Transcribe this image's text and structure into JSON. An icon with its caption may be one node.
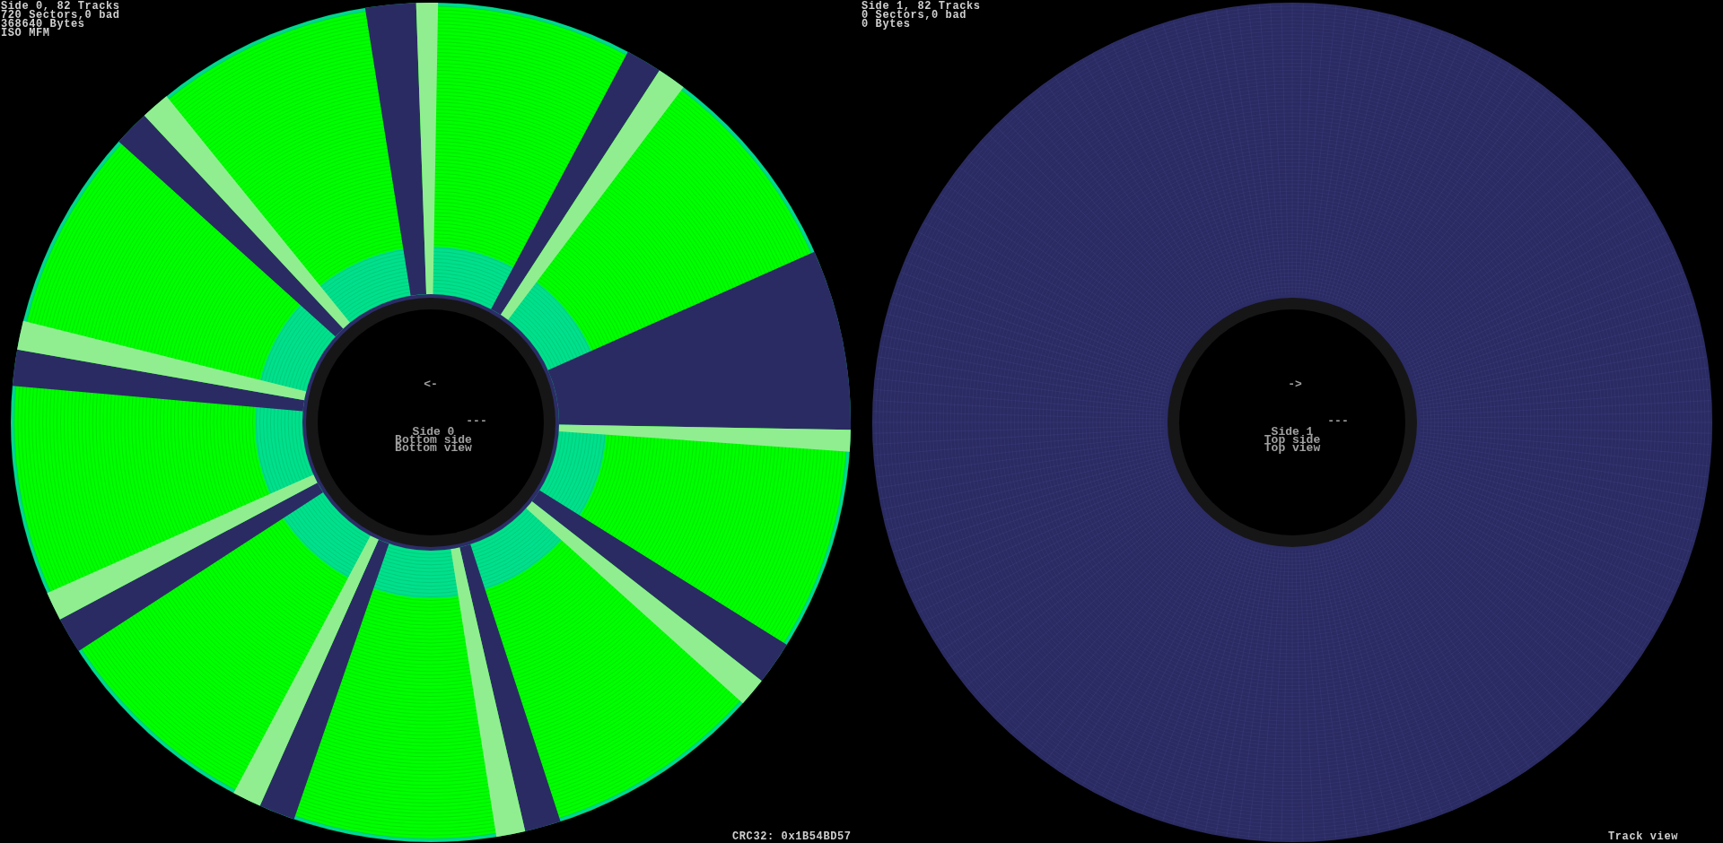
{
  "diagram": {
    "nodes": [
      {
        "text": [
          "<-",
          "---",
          "Side 0 Bottom side Bottom view"
        ]
      },
      {
        "text": [
          "->",
          "---",
          "Side 1 Top side Top view"
        ]
      }
    ],
    "labels": [
      "Side 0, 82 Tracks",
      "720 Sectors,0 bad",
      "368640 Bytes",
      "ISO MFM",
      "Side 1, 82 Tracks",
      "0 Sectors,0 bad",
      "0 Bytes",
      "CRC32: 0x1B54BD57",
      "Track view"
    ]
  }
}
